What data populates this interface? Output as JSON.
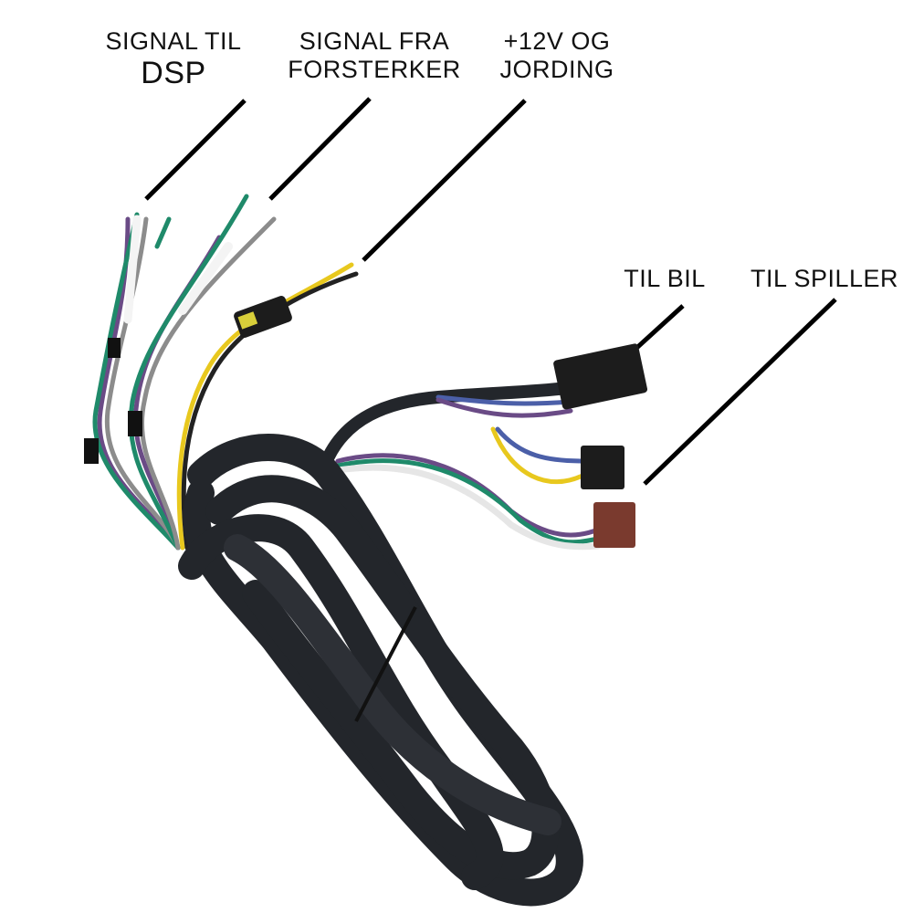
{
  "labels": {
    "signal_til_dsp": {
      "line1": "SIGNAL TIL",
      "line2": "DSP"
    },
    "signal_fra_forsterker": {
      "line1": "SIGNAL FRA",
      "line2": "FORSTERKER"
    },
    "power": {
      "line1": "+12V OG",
      "line2": "JORDING"
    },
    "til_bil": "TIL BIL",
    "til_spiller": "TIL SPILLER"
  },
  "colors": {
    "cable": "#23262b",
    "wire_green": "#1f8a6a",
    "wire_purple": "#6a4b86",
    "wire_grey": "#8c8c8c",
    "wire_yellow": "#e8c81e",
    "connector_black": "#1c1c1c",
    "connector_brown": "#7a3a2e"
  }
}
